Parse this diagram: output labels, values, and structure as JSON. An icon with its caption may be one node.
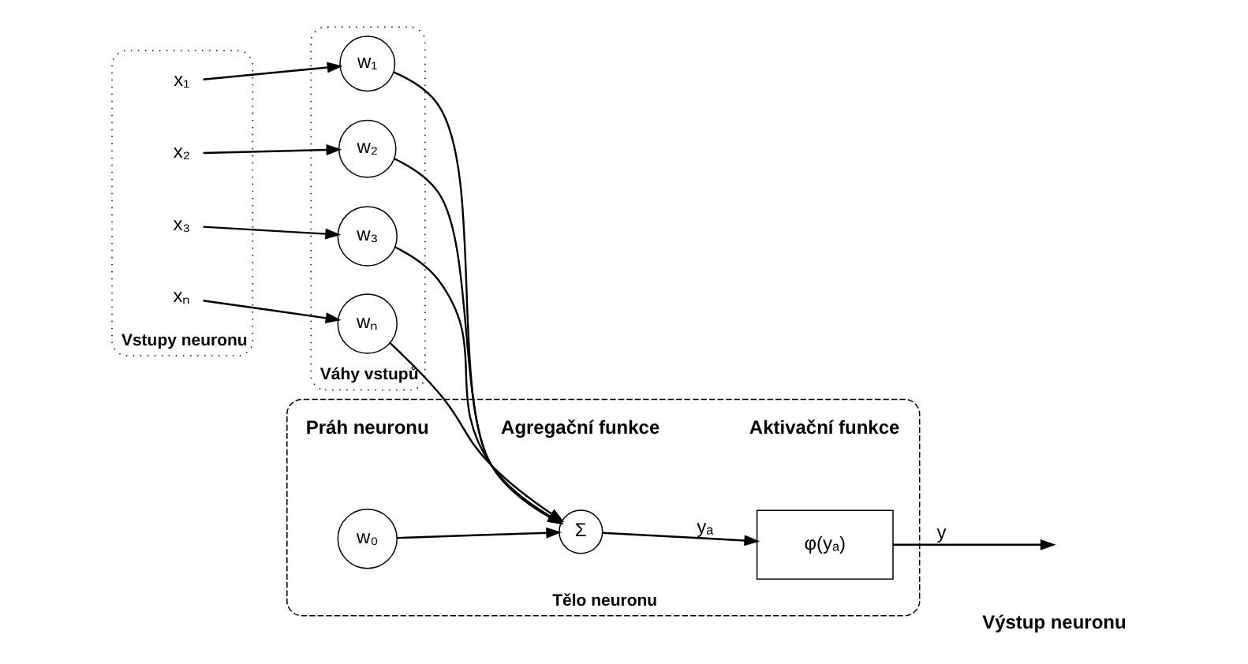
{
  "diagram": {
    "nodes": [
      {
        "text": [
          "Vstupy neuronu"
        ]
      },
      {
        "text": [
          "x₁"
        ],
        "in": 0
      },
      {
        "text": [
          "x₂"
        ],
        "in": 0
      },
      {
        "text": [
          "x₃"
        ],
        "in": 0
      },
      {
        "text": [
          "xₙ"
        ],
        "in": 0
      },
      {
        "text": [
          "Váhy vstupů"
        ]
      },
      {
        "text": [
          "w₁"
        ],
        "in": 5
      },
      {
        "text": [
          "w₂"
        ],
        "in": 5
      },
      {
        "text": [
          "w₃"
        ],
        "in": 5
      },
      {
        "text": [
          "wₙ"
        ],
        "in": 5
      },
      {
        "text": [
          "Tělo neuronu"
        ]
      },
      {
        "text": [
          "w₀"
        ],
        "in": 10,
        "beside": [
          "Práh neuronu"
        ]
      },
      {
        "text": [
          "Σ"
        ],
        "in": 10,
        "beside": [
          "Agregační funkce"
        ]
      },
      {
        "text": [
          "φ(yₐ)"
        ],
        "in": 10,
        "beside": [
          "Aktivační funkce"
        ]
      }
    ],
    "edges": [
      {
        "from": 1,
        "to": 6,
        "arrow": "to"
      },
      {
        "from": 2,
        "to": 7,
        "arrow": "to"
      },
      {
        "from": 3,
        "to": 8,
        "arrow": "to"
      },
      {
        "from": 4,
        "to": 9,
        "arrow": "to"
      },
      {
        "from": 6,
        "to": 12,
        "arrow": "to"
      },
      {
        "from": 7,
        "to": 12,
        "arrow": "to"
      },
      {
        "from": 8,
        "to": 12,
        "arrow": "to"
      },
      {
        "from": 9,
        "to": 12,
        "arrow": "to"
      },
      {
        "from": 11,
        "to": 12,
        "arrow": "to"
      },
      {
        "from": 12,
        "to": 13,
        "label": "yₐ",
        "arrow": "to"
      },
      {
        "from": 13,
        "to": null,
        "label": "y",
        "arrow": "to"
      }
    ],
    "labels": [
      "Výstup neuronu"
    ]
  }
}
